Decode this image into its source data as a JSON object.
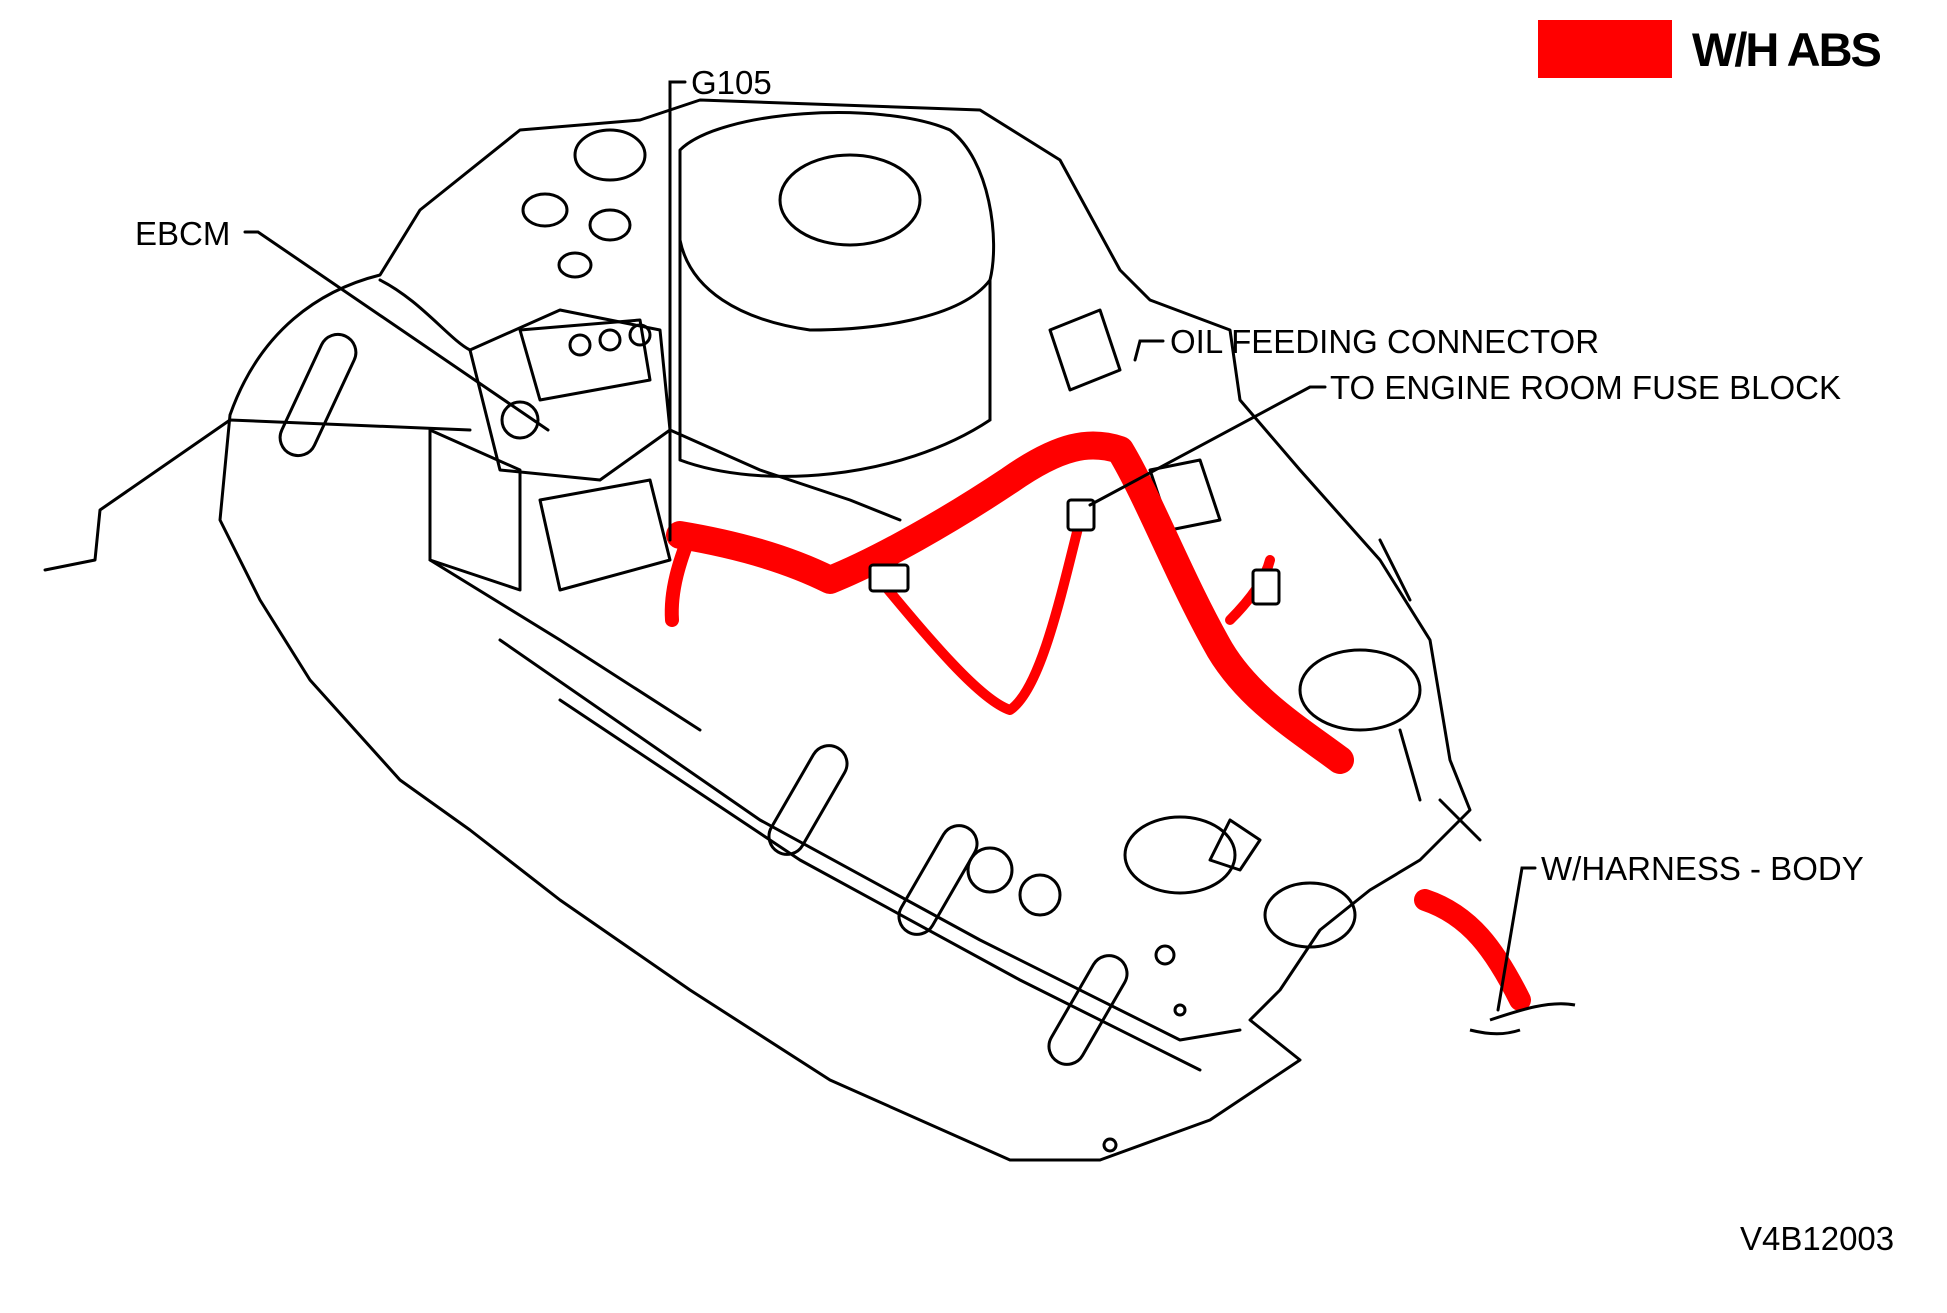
{
  "legend": {
    "label": "W/H ABS",
    "color": "#ff0000"
  },
  "callouts": {
    "g105": "G105",
    "ebcm": "EBCM",
    "oil_feeding_connector": "OIL FEEDING CONNECTOR",
    "to_engine_room_fuse_block": "TO ENGINE ROOM FUSE BLOCK",
    "w_harness_body": "W/HARNESS - BODY"
  },
  "figure_id": "V4B12003",
  "colors": {
    "line_art": "#000000",
    "harness": "#ff0000",
    "background": "#ffffff"
  }
}
